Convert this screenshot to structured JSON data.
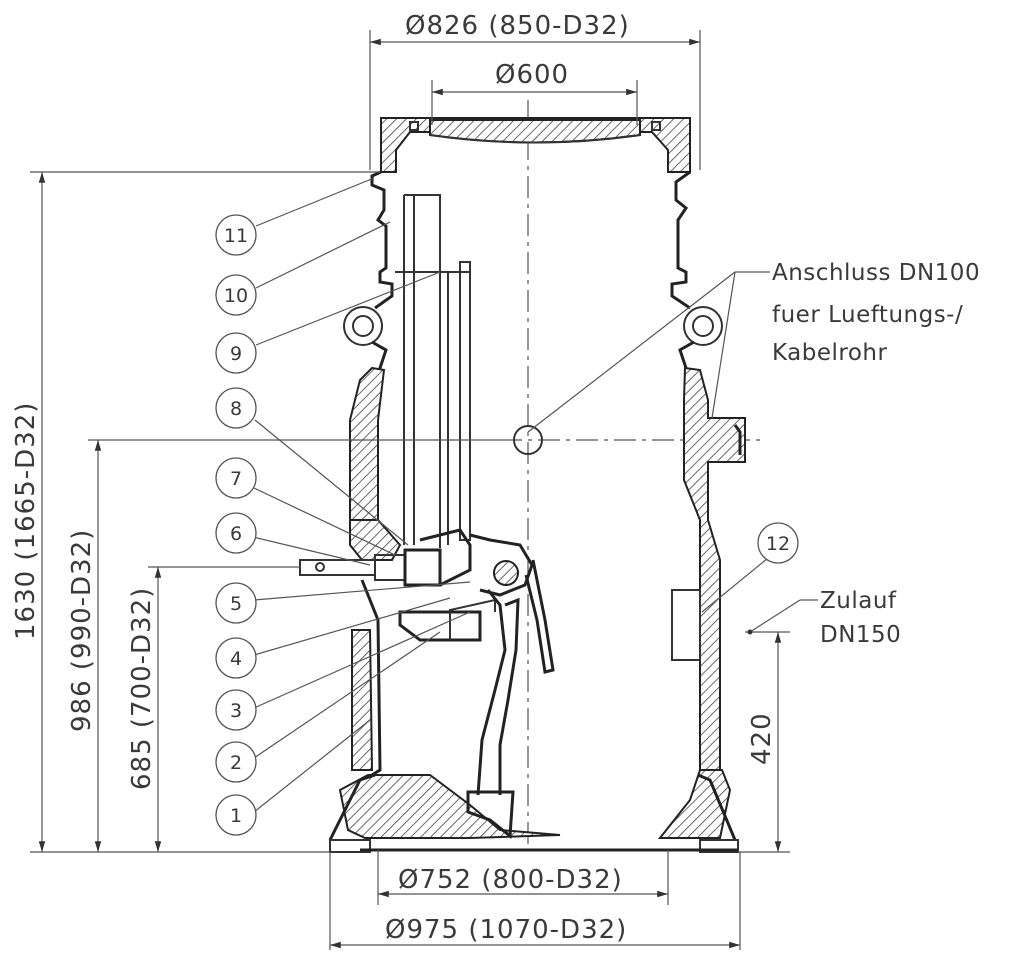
{
  "dimensions": {
    "top_outer_diameter": "826 (850-D32)",
    "cover_diameter": "600",
    "bottom_inner_diameter": "752 (800-D32)",
    "base_outer_diameter": "975 (1070-D32)",
    "total_height": "1630 (1665-D32)",
    "vent_height": "986 (990-D32)",
    "outlet_height": "685 (700-D32)",
    "inlet_height": "420",
    "diameter_symbol": "Ø"
  },
  "notes": {
    "vent_line1": "Anschluss DN100",
    "vent_line2": "fuer Lueftungs-/",
    "vent_line3": "Kabelrohr",
    "inlet_line1": "Zulauf",
    "inlet_line2": "DN150"
  },
  "callouts": [
    "11",
    "10",
    "9",
    "8",
    "7",
    "6",
    "5",
    "4",
    "3",
    "2",
    "1",
    "12"
  ]
}
